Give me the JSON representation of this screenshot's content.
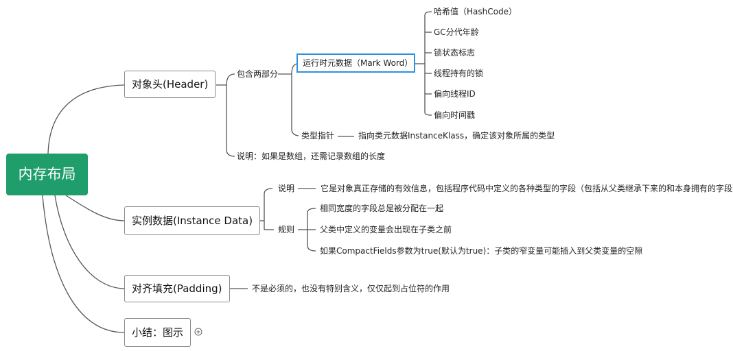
{
  "root": {
    "label": "内存布局",
    "color": "#1f9d6b"
  },
  "header": {
    "label": "对象头(Header)",
    "contains_label": "包含两部分",
    "mark_word": {
      "label": "运行时元数据（Mark Word）",
      "items": [
        "哈希值（HashCode）",
        "GC分代年龄",
        "锁状态标志",
        "线程持有的锁",
        "偏向线程ID",
        "偏向时间戳"
      ]
    },
    "type_pointer": {
      "label": "类型指针",
      "desc": "指向类元数据InstanceKlass，确定该对象所属的类型"
    },
    "note": "说明：如果是数组，还需记录数组的长度"
  },
  "instance_data": {
    "label": "实例数据(Instance Data)",
    "explain_label": "说明",
    "explain_text": "它是对象真正存储的有效信息，包括程序代码中定义的各种类型的字段（包括从父类继承下来的和本身拥有的字段）",
    "rules_label": "规则",
    "rules": [
      "相同宽度的字段总是被分配在一起",
      "父类中定义的变量会出现在子类之前",
      "如果CompactFields参数为true(默认为true)：子类的窄变量可能插入到父类变量的空隙"
    ]
  },
  "padding": {
    "label": "对齐填充(Padding)",
    "desc": "不是必须的，也没有特别含义，仅仅起到占位符的作用"
  },
  "summary": {
    "label": "小结：图示",
    "expand_icon": "plus-circle-icon"
  },
  "colors": {
    "highlight_border": "#2f8fe0",
    "line": "#555555"
  }
}
